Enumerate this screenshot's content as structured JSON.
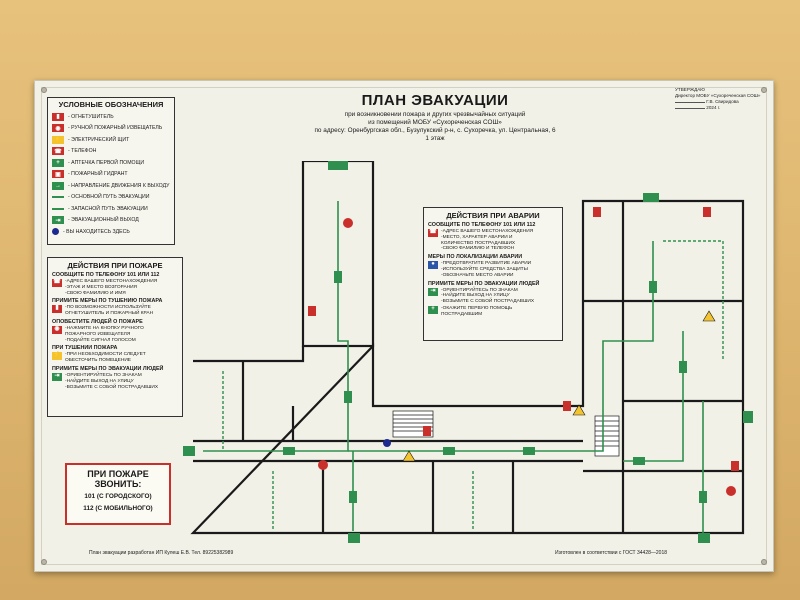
{
  "title": "ПЛАН ЭВАКУАЦИИ",
  "subtitle": [
    "при возникновении пожара и других чрезвычайных ситуаций",
    "из помещений МОБУ «Сухореченская СОШ»",
    "по адресу: Оренбургская обл., Бузулукский р-н, с. Сухоречка, ул. Центральная, 6",
    "1 этаж"
  ],
  "approve": {
    "heading": "УТВЕРЖДАЮ",
    "position": "Директор МОБУ «Сухореченская СОШ»",
    "name": "Г.В. Свиридова",
    "date_suffix": "2024 г."
  },
  "legend": {
    "title": "УСЛОВНЫЕ ОБОЗНАЧЕНИЯ",
    "items": [
      {
        "label": "- ОГНЕТУШИТЕЛЬ",
        "icon": "extinguisher-icon",
        "kind": "red",
        "glyph": "▮"
      },
      {
        "label": "- РУЧНОЙ ПОЖАРНЫЙ ИЗВЕЩАТЕЛЬ",
        "icon": "alarm-icon",
        "kind": "red",
        "glyph": "◉"
      },
      {
        "label": "- ЭЛЕКТРИЧЕСКИЙ ЩИТ",
        "icon": "electric-panel-icon",
        "kind": "yellow",
        "glyph": "⚡"
      },
      {
        "label": "- ТЕЛЕФОН",
        "icon": "phone-icon",
        "kind": "red",
        "glyph": "☎"
      },
      {
        "label": "- АПТЕЧКА ПЕРВОЙ ПОМОЩИ",
        "icon": "first-aid-icon",
        "kind": "green",
        "glyph": "+"
      },
      {
        "label": "- ПОЖАРНЫЙ ГИДРАНТ",
        "icon": "hydrant-icon",
        "kind": "red",
        "glyph": "▣"
      },
      {
        "label": "- НАПРАВЛЕНИЕ ДВИЖЕНИЯ К ВЫХОДУ",
        "icon": "direction-arrow-icon",
        "kind": "green",
        "glyph": "→"
      },
      {
        "label": "- ОСНОВНОЙ ПУТЬ ЭВАКУАЦИИ",
        "icon": "main-route-icon",
        "kind": "line-solid",
        "glyph": ""
      },
      {
        "label": "- ЗАПАСНОЙ ПУТЬ ЭВАКУАЦИИ",
        "icon": "reserve-route-icon",
        "kind": "line-dash",
        "glyph": ""
      },
      {
        "label": "- ЭВАКУАЦИОННЫЙ ВЫХОД",
        "icon": "exit-icon",
        "kind": "green",
        "glyph": "⇥"
      },
      {
        "label": "- ВЫ НАХОДИТЕСЬ ЗДЕСЬ",
        "icon": "you-are-here-icon",
        "kind": "navy",
        "glyph": ""
      }
    ]
  },
  "fire_actions": {
    "title": "ДЕЙСТВИЯ ПРИ ПОЖАРЕ",
    "call": "СООБЩИТЕ ПО ТЕЛЕФОНУ 101 ИЛИ 112",
    "call_items": "-АДРЕС ВАШЕГО МЕСТОНАХОЖДЕНИЯ\n-ЭТАЖ И МЕСТО ВОЗГОРАНИЯ\n-СВОЮ ФАМИЛИЮ И ИМЯ",
    "extinguish_title": "ПРИМИТЕ МЕРЫ ПО ТУШЕНИЮ ПОЖАРА",
    "extinguish_items": "-ПО ВОЗМОЖНОСТИ ИСПОЛЬЗУЙТЕ\nОГНЕТУШИТЕЛЬ И ПОЖАРНЫЙ КРАН",
    "notify_title": "ОПОВЕСТИТЕ ЛЮДЕЙ О ПОЖАРЕ",
    "notify_items": "-НАЖМИТЕ НА КНОПКУ РУЧНОГО\nПОЖАРНОГО ИЗВЕЩАТЕЛЯ\n-ПОДАЙТЕ СИГНАЛ ГОЛОСОМ",
    "during_title": "ПРИ ТУШЕНИИ ПОЖАРА",
    "during_items": "-ПРИ НЕОБХОДИМОСТИ СЛЕДУЕТ\nОБЕСТОЧИТЬ ПОМЕЩЕНИЕ",
    "evac_title": "ПРИМИТЕ МЕРЫ ПО ЭВАКУАЦИИ ЛЮДЕЙ",
    "evac_items": "-ОРИЕНТИРУЙТЕСЬ ПО ЗНАКАМ\n-НАЙДИТЕ ВЫХОД НА УЛИЦУ\n-ВОЗЬМИТЕ С СОБОЙ ПОСТРАДАВШИХ"
  },
  "emergency_actions": {
    "title": "ДЕЙСТВИЯ ПРИ АВАРИИ",
    "call": "СООБЩИТЕ ПО ТЕЛЕФОНУ 101 ИЛИ 112",
    "call_items": "-АДРЕС ВАШЕГО МЕСТОНАХОЖДЕНИЯ\n-МЕСТО, ХАРАКТЕР АВАРИИ И\nКОЛИЧЕСТВО ПОСТРАДАВШИХ\n-СВОЮ ФАМИЛИЮ И ТЕЛЕФОН",
    "localize_title": "МЕРЫ ПО ЛОКАЛИЗАЦИИ АВАРИИ",
    "localize_items": "-ПРЕДОТВРАТИТЕ РАЗВИТИЕ АВАРИИ\n-ИСПОЛЬЗУЙТЕ СРЕДСТВА ЗАЩИТЫ\n-ОБОЗНАЧЬТЕ МЕСТО АВАРИИ",
    "evac_title": "ПРИМИТЕ МЕРЫ ПО ЭВАКУАЦИИ ЛЮДЕЙ",
    "evac_items": "-ОРИЕНТИРУЙТЕСЬ ПО ЗНАКАМ\n-НАЙДИТЕ ВЫХОД НА УЛИЦУ\n-ВОЗЬМИТЕ С СОБОЙ ПОСТРАДАВШИХ",
    "aid_items": "-ОКАЖИТЕ ПЕРВУЮ ПОМОЩЬ\nПОСТРАДАВШИМ"
  },
  "fire_call": {
    "heading": "ПРИ ПОЖАРЕ\nЗВОНИТЬ:",
    "line1": "101 (С ГОРОДСКОГО)",
    "line2": "112 (С МОБИЛЬНОГО)"
  },
  "footer": {
    "left": "План эвакуации разработан ИП Кулеш Е.В. Тел. 89225382989",
    "right": "Изготовлен в соответствии с ГОСТ 34428—2018"
  },
  "colors": {
    "wall": "#1a1a1a",
    "route": "#2f8f4e",
    "sign_green": "#2f8f4e",
    "sign_red": "#c9302c",
    "you_are_here": "#1c2a8f"
  }
}
